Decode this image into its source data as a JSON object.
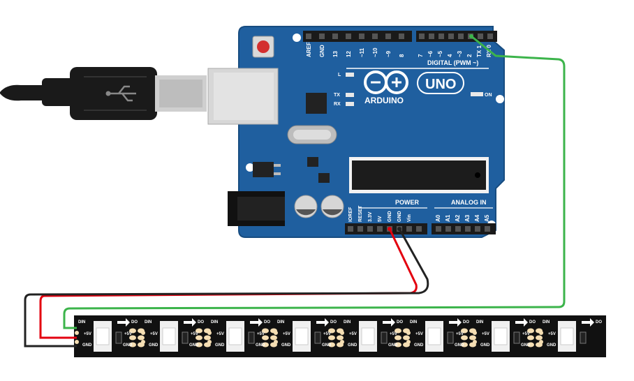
{
  "board": {
    "logo_text": "ARDUINO",
    "model": "UNO",
    "digital_label": "DIGITAL (PWM ~)",
    "power_label": "POWER",
    "analog_label": "ANALOG IN",
    "led_l": "L",
    "led_tx": "TX",
    "led_rx": "RX",
    "on_label": "ON",
    "top_header_left": [
      "AREF",
      "GND",
      "13",
      "12",
      "~11",
      "~10",
      "~9",
      "8"
    ],
    "top_header_right": [
      "7",
      "~6",
      "~5",
      "4",
      "~3",
      "2",
      "TX 1",
      "RX 0"
    ],
    "power_pins": [
      "IOREF",
      "RESET",
      "3.3V",
      "5V",
      "GND",
      "GND",
      "Vin"
    ],
    "analog_pins": [
      "A0",
      "A1",
      "A2",
      "A3",
      "A4",
      "A5"
    ]
  },
  "strip": {
    "pin_din": "DIN",
    "pin_5v": "+5V",
    "pin_gnd": "GND",
    "pin_do": "DO",
    "led_count": 8
  },
  "wires": {
    "data_color": "#3cb44b",
    "power_color": "#e3000f",
    "ground_color": "#222222"
  },
  "colors": {
    "pcb": "#1f5f9f",
    "strip": "#111111"
  }
}
